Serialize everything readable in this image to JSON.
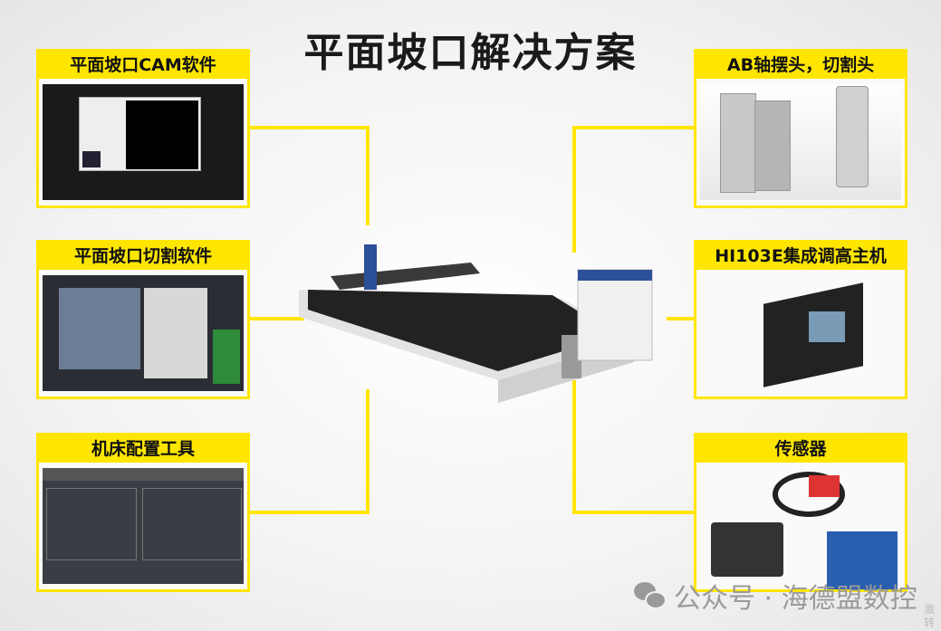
{
  "title": "平面坡口解决方案",
  "left_boxes": [
    {
      "label": "平面坡口CAM软件"
    },
    {
      "label": "平面坡口切割软件"
    },
    {
      "label": "机床配置工具"
    }
  ],
  "right_boxes": [
    {
      "label": "AB轴摆头，切割头"
    },
    {
      "label": "HI103E集成调高主机"
    },
    {
      "label": "传感器"
    }
  ],
  "watermark": "公众号 · 海德盟数控",
  "corner_text": [
    "激",
    "转"
  ],
  "colors": {
    "accent": "#ffe600"
  }
}
